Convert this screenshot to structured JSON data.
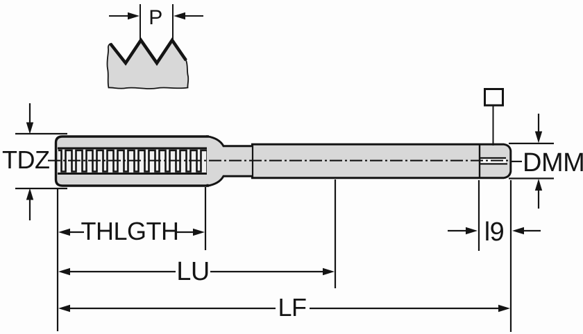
{
  "diagram": {
    "type": "technical-drawing",
    "subject": "Machine tap dimension drawing with thread pitch detail and square drive shank",
    "labels": {
      "pitch": "P",
      "thread_diameter": "TDZ",
      "shank_diameter": "DMM",
      "thread_length": "THLGTH",
      "usable_length": "LU",
      "overall_length": "LF",
      "square_length": "l9"
    },
    "icons": {
      "square_drive": "square-drive-symbol"
    },
    "colors": {
      "background": "#fdfdfd",
      "line": "#141414",
      "body_fill": "#d8d8d8",
      "thread_band_fill": "#f1f1f1"
    }
  }
}
